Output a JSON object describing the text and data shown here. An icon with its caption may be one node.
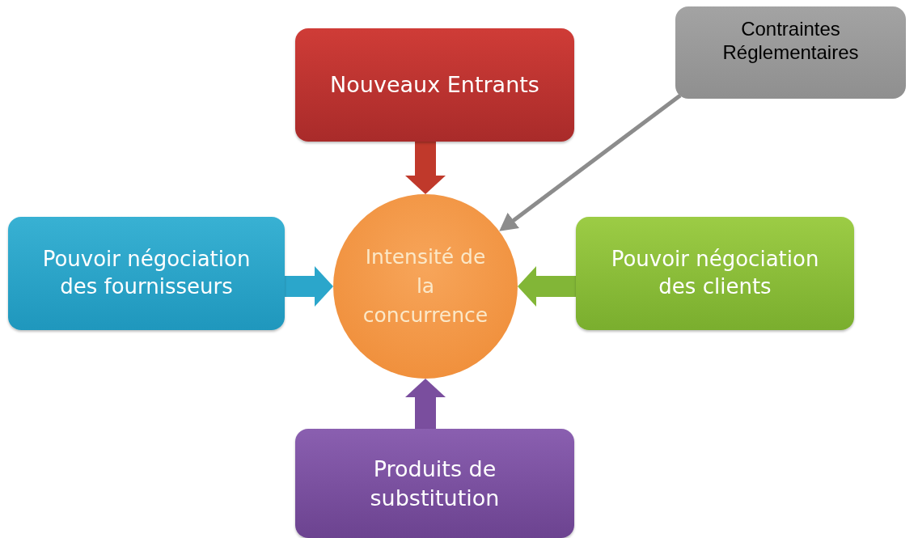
{
  "diagram": {
    "nodes": [
      {
        "text": [
          "Nouveaux Entrants"
        ]
      },
      {
        "text": [
          "Contraintes Réglementaires"
        ]
      },
      {
        "text": [
          "Pouvoir négociation des fournisseurs"
        ]
      },
      {
        "text": [
          "Intensité de la concurrence"
        ]
      },
      {
        "text": [
          "Pouvoir négociation des clients"
        ]
      },
      {
        "text": [
          "Produits de substitution"
        ]
      }
    ],
    "edges": [
      {
        "from": 0,
        "to": 3,
        "arrow": "to",
        "color": "#c0392b"
      },
      {
        "from": 1,
        "to": 3,
        "arrow": "to",
        "color": "#8c8c8c"
      },
      {
        "from": 2,
        "to": 3,
        "arrow": "to",
        "color": "#2ba6cb"
      },
      {
        "from": 4,
        "to": 3,
        "arrow": "to",
        "color": "#82b637"
      },
      {
        "from": 5,
        "to": 3,
        "arrow": "to",
        "color": "#7a4e9e"
      }
    ]
  }
}
